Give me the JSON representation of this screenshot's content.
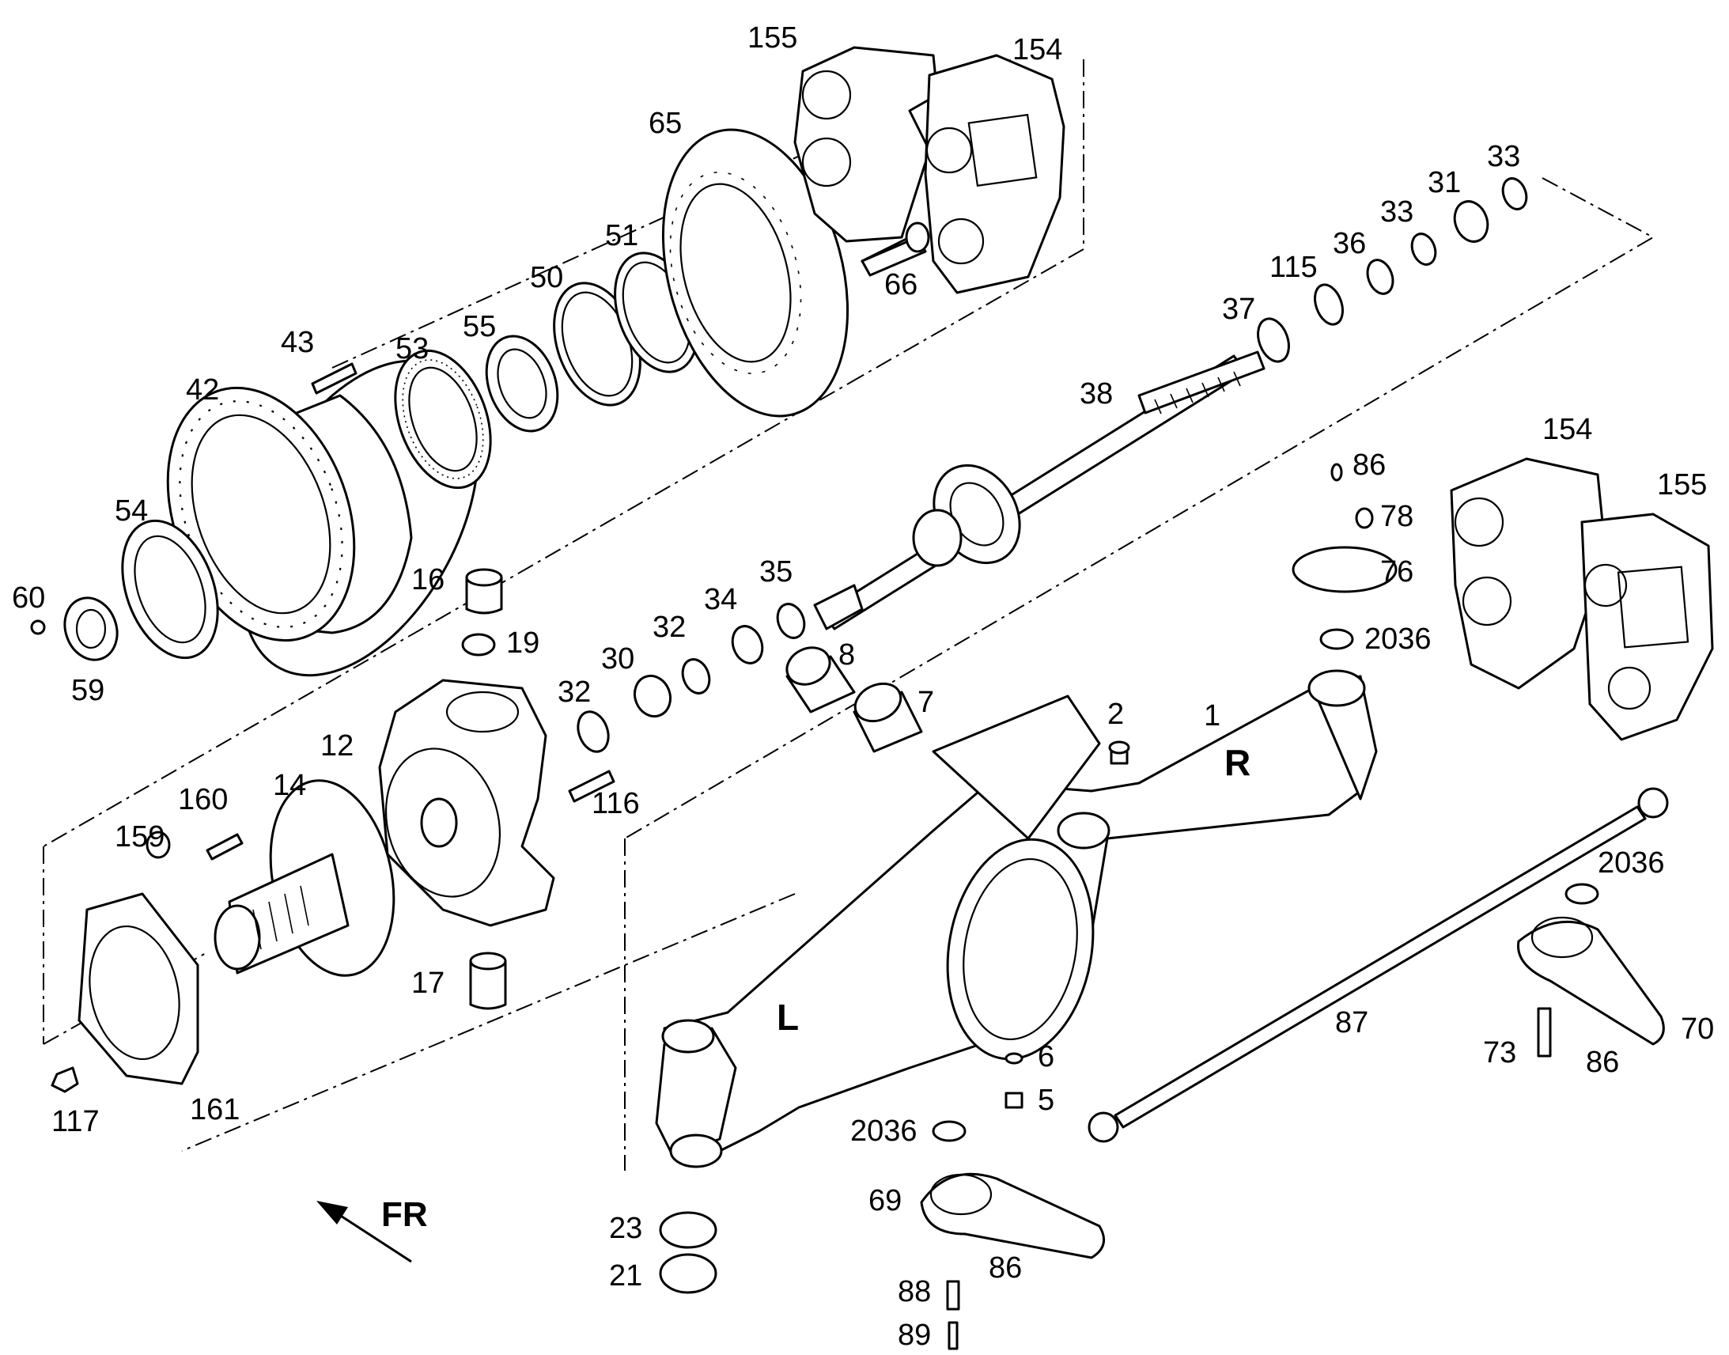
{
  "labels": [
    "1",
    "2",
    "5",
    "6",
    "7",
    "8",
    "12",
    "14",
    "16",
    "17",
    "19",
    "21",
    "23",
    "30",
    "31",
    "32",
    "32",
    "33",
    "33",
    "34",
    "35",
    "36",
    "37",
    "38",
    "42",
    "43",
    "50",
    "51",
    "53",
    "54",
    "55",
    "59",
    "60",
    "65",
    "66",
    "69",
    "70",
    "73",
    "76",
    "78",
    "86",
    "86",
    "86",
    "87",
    "88",
    "89",
    "115",
    "116",
    "117",
    "154",
    "154",
    "155",
    "155",
    "159",
    "160",
    "161",
    "2036",
    "2036",
    "2036"
  ],
  "side_left": "L",
  "side_right": "R",
  "direction": "FR"
}
